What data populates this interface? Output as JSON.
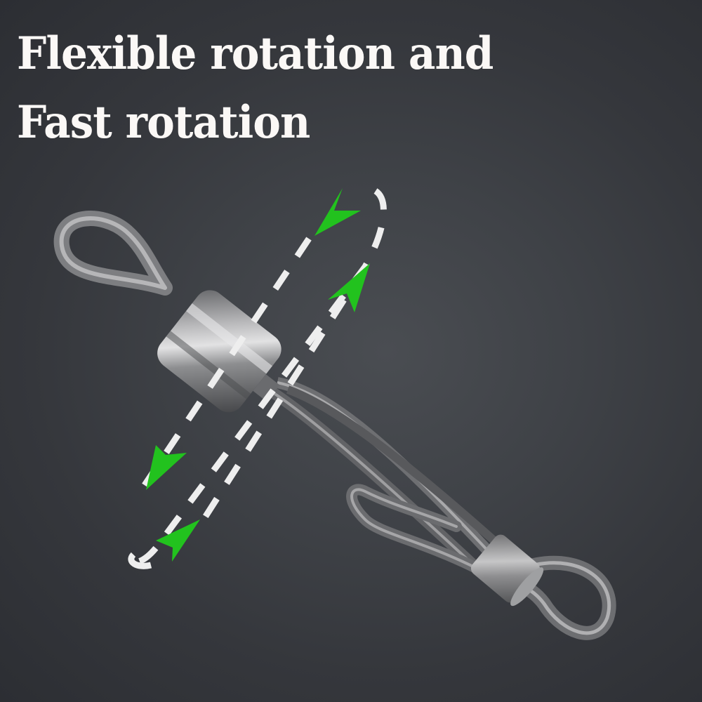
{
  "headline": {
    "line1": "Flexible rotation and",
    "line2": "Fast rotation"
  },
  "colors": {
    "background": "#3b3e43",
    "text": "#fbf8f6",
    "arrow": "#22c21e",
    "dash": "#eeeeee",
    "metal": "#8a8a8c"
  },
  "product": {
    "name": "rolling swivel with snap",
    "components": [
      "eye-ring",
      "barrel-swivel",
      "wire-snap",
      "sliding-sleeve",
      "snap-loop"
    ]
  },
  "annotations": {
    "rotation-path": "dashed ellipse",
    "arrows": [
      "arrow-up-right-top",
      "arrow-up-right-mid",
      "arrow-down-left",
      "arrow-bottom-left"
    ]
  }
}
